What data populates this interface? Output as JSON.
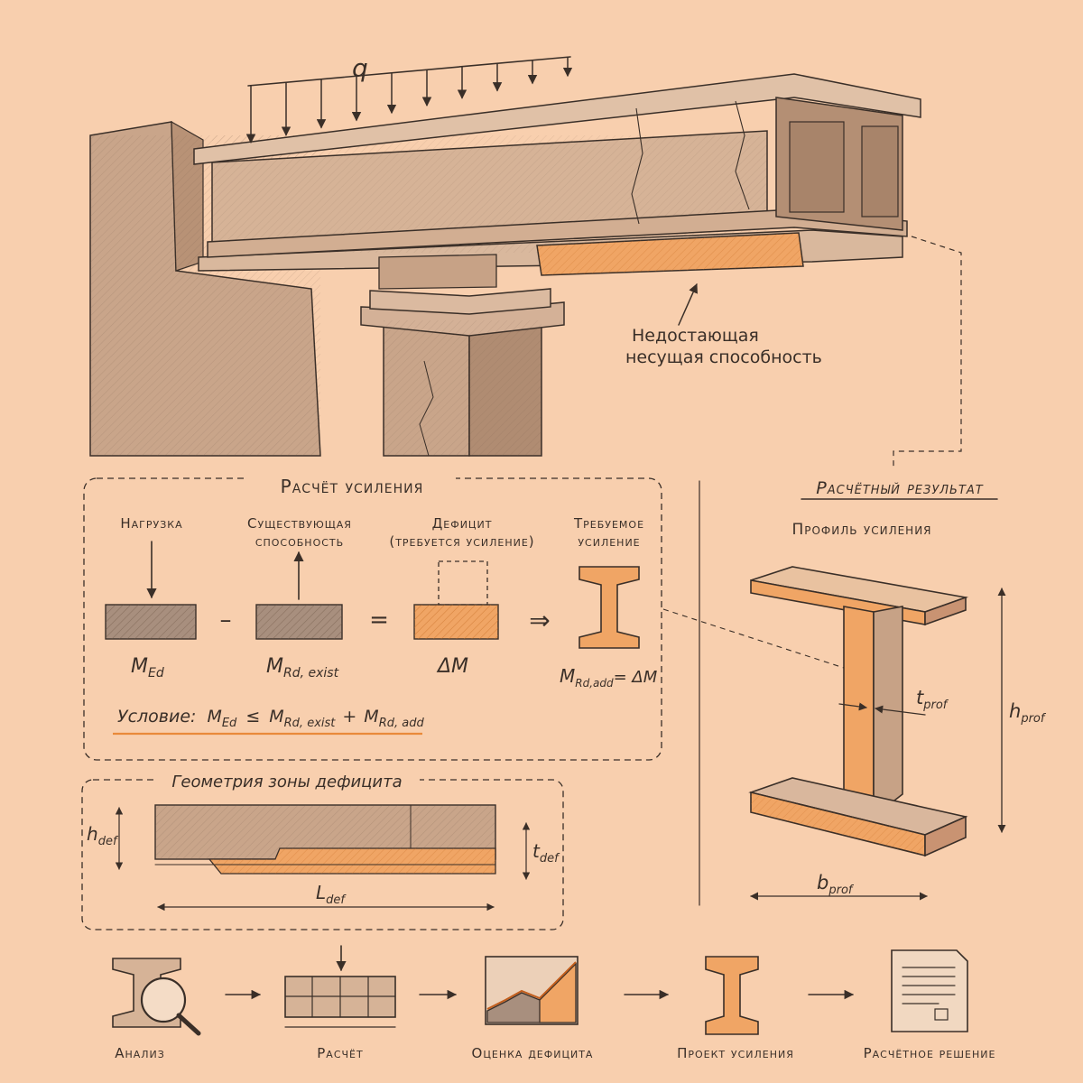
{
  "top": {
    "load_symbol": "q",
    "missing_capacity_line1": "Недостающая",
    "missing_capacity_line2": "несущая способность"
  },
  "calc": {
    "title": "Расчёт усиления",
    "load_label": "Нагрузка",
    "existing_label_line1": "Существующая",
    "existing_label_line2": "способность",
    "deficit_label_line1": "Дефицит",
    "deficit_label_line2": "(требуется усиление)",
    "required_label_line1": "Требуемое",
    "required_label_line2": "усиление",
    "minus": "–",
    "equals": "=",
    "arrow": "⇒",
    "m_ed": "M",
    "m_ed_sub": "Ed",
    "m_rd_exist": "M",
    "m_rd_exist_sub": "Rd, exist",
    "delta_m": "ΔM",
    "m_rd_add": "M",
    "m_rd_add_sub": "Rd,add",
    "m_rd_add_eq": "= ΔM",
    "condition_label": "Условие:",
    "cond_m1": "M",
    "cond_m1_sub": "Ed",
    "cond_le": "≤",
    "cond_m2": "M",
    "cond_m2_sub": "Rd, exist",
    "cond_plus": "+",
    "cond_m3": "M",
    "cond_m3_sub": "Rd, add"
  },
  "geometry": {
    "title": "Геометрия зоны дефицита",
    "h_def": "h",
    "h_def_sub": "def",
    "t_def": "t",
    "t_def_sub": "def",
    "l_def": "L",
    "l_def_sub": "def"
  },
  "result": {
    "title": "Расчётный результат",
    "profile_label": "Профиль усиления",
    "t_prof": "t",
    "t_prof_sub": "prof",
    "h_prof": "h",
    "h_prof_sub": "prof",
    "b_prof": "b",
    "b_prof_sub": "prof"
  },
  "workflow": {
    "steps": [
      "Анализ",
      "Расчёт",
      "Оценка дефицита",
      "Проект усиления",
      "Расчётное решение"
    ]
  },
  "colors": {
    "background": "#f8cfae",
    "orange": "#f0a565",
    "orange_line": "#e98a3a",
    "pencil": "#3a2f28",
    "stone": "#c9a58a"
  }
}
